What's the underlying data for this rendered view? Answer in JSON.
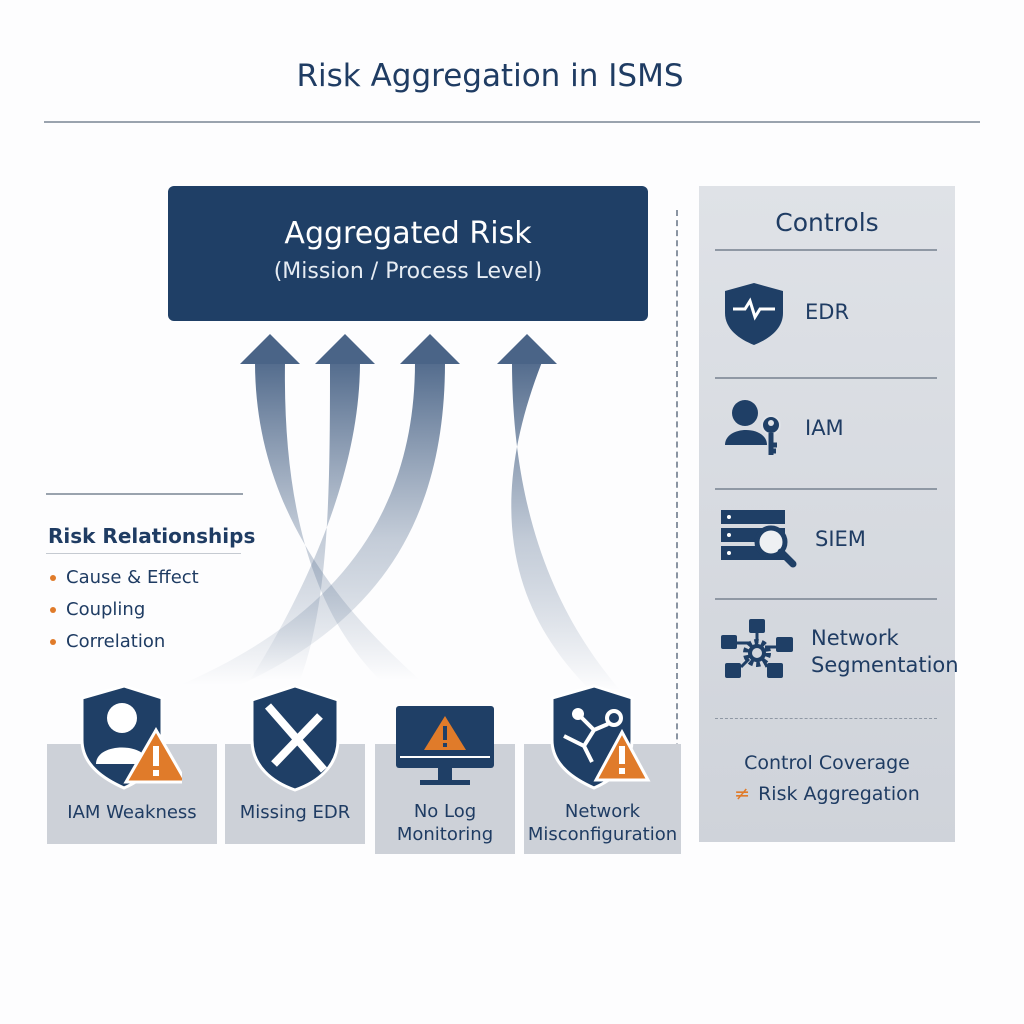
{
  "title": "Risk Aggregation in ISMS",
  "aggregated": {
    "title": "Aggregated Risk",
    "subtitle": "(Mission / Process Level)"
  },
  "relationships": {
    "title": "Risk Relationships",
    "items": [
      "Cause & Effect",
      "Coupling",
      "Correlation"
    ]
  },
  "risks": [
    {
      "label": "IAM Weakness",
      "icon": "user-shield-warning-icon"
    },
    {
      "label": "Missing EDR",
      "icon": "shield-x-icon"
    },
    {
      "label": "No Log Monitoring",
      "line1": "No Log",
      "line2": "Monitoring",
      "icon": "monitor-warning-icon"
    },
    {
      "label": "Network Misconfiguration",
      "line1": "Network",
      "line2": "Misconfiguration",
      "icon": "network-shield-warning-icon"
    }
  ],
  "controls": {
    "title": "Controls",
    "items": [
      {
        "label": "EDR",
        "icon": "shield-pulse-icon"
      },
      {
        "label": "IAM",
        "icon": "user-key-icon"
      },
      {
        "label": "SIEM",
        "icon": "server-search-icon"
      },
      {
        "label": "Network Segmentation",
        "line1": "Network",
        "line2": "Segmentation",
        "icon": "network-gear-icon"
      }
    ],
    "coverage_line1": "Control Coverage",
    "coverage_symbol": "≠",
    "coverage_line2": "Risk Aggregation"
  },
  "colors": {
    "navy": "#1f3f66",
    "orange": "#e07b2a",
    "panel": "#d5d9e0"
  }
}
